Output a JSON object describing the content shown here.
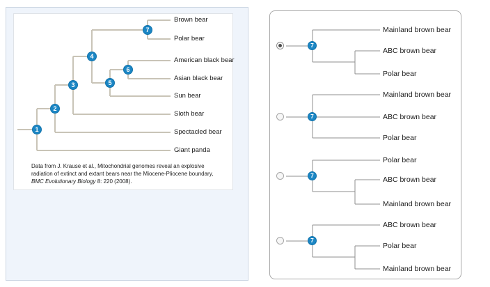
{
  "colors": {
    "node_fill": "#1b86c4",
    "left_tree_line": "#c9c4b7",
    "right_tree_line": "#8f8f8f",
    "left_container_bg": "#eff4fb"
  },
  "left_panel": {
    "tree": {
      "leaves": [
        "Brown bear",
        "Polar bear",
        "American black bear",
        "Asian black bear",
        "Sun bear",
        "Sloth bear",
        "Spectacled bear",
        "Giant panda"
      ],
      "nodes": [
        "1",
        "2",
        "3",
        "4",
        "5",
        "6",
        "7"
      ]
    },
    "citation": {
      "line1": "Data from J. Krause et al., Mitochondrial genomes reveal an explosive",
      "line2": "radiation of extinct and extant bears near the Miocene-Pliocene boundary,",
      "line3_italic": "BMC Evolutionary Biology",
      "line3_after": " 8: 220 (2008)."
    }
  },
  "right_panel": {
    "options": [
      {
        "selected": true,
        "node_label": "7",
        "leaves": [
          "Mainland brown bear",
          "ABC brown bear",
          "Polar bear"
        ],
        "structure": "first leaf sister to clade of second and third leaves"
      },
      {
        "selected": false,
        "node_label": "7",
        "leaves": [
          "Mainland brown bear",
          "ABC brown bear",
          "Polar bear"
        ],
        "structure": "unresolved three-way polytomy"
      },
      {
        "selected": false,
        "node_label": "7",
        "leaves": [
          "Polar bear",
          "ABC brown bear",
          "Mainland brown bear"
        ],
        "structure": "first leaf sister to clade of second and third leaves"
      },
      {
        "selected": false,
        "node_label": "7",
        "leaves": [
          "ABC brown bear",
          "Polar bear",
          "Mainland brown bear"
        ],
        "structure": "first leaf sister to clade of second and third leaves"
      }
    ]
  }
}
